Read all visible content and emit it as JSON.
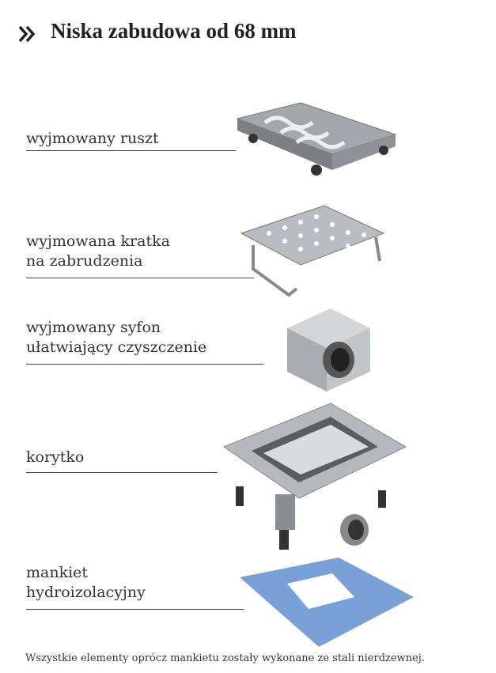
{
  "title": "Niska zabudowa od 68 mm",
  "labels": {
    "grate": "wyjmowany ruszt",
    "mesh_1": "wyjmowana kratka",
    "mesh_2": "na zabrudzenia",
    "syphon_1": "wyjmowany syfon",
    "syphon_2": "ułatwiający czyszczenie",
    "tray": "korytko",
    "membrane_1": "mankiet",
    "membrane_2": "hydroizolacyjny"
  },
  "footer": "Wszystkie elementy oprócz mankietu zostały wykonane ze stali nierdzewnej.",
  "colors": {
    "steel": "#9a9ea3",
    "membrane": "#7aa0d8"
  }
}
